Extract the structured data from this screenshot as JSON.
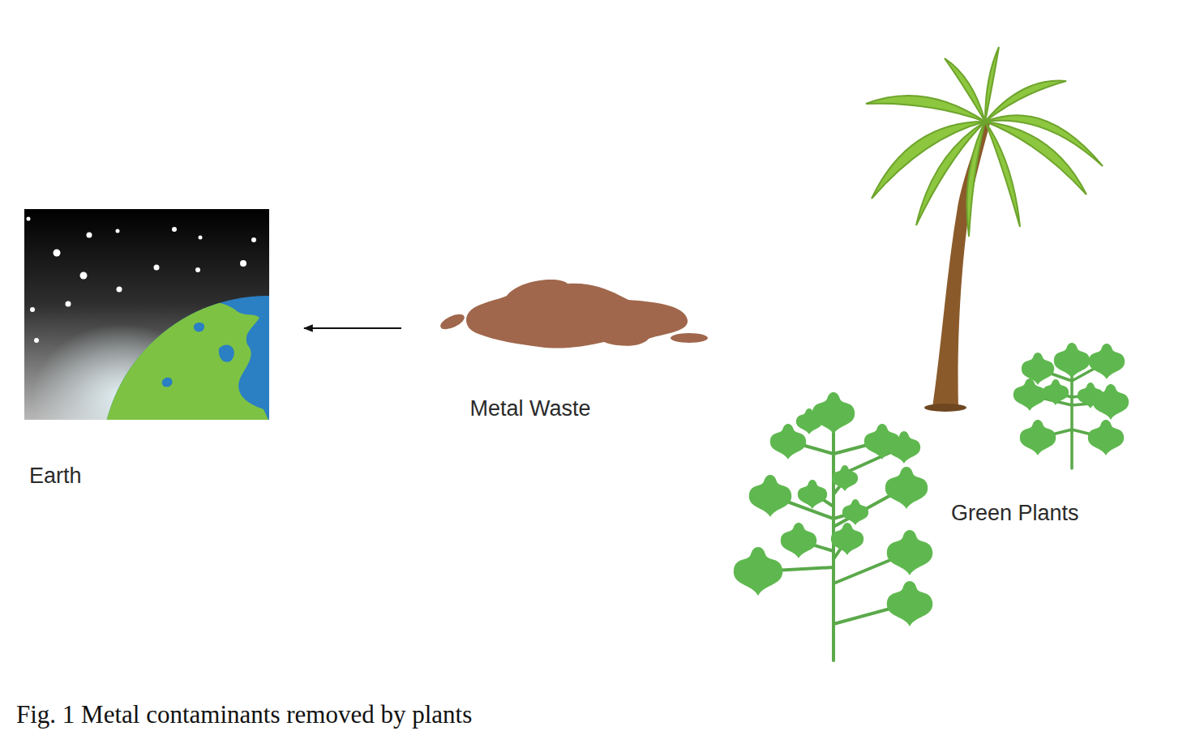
{
  "diagram": {
    "caption": "Fig. 1 Metal contaminants removed by plants",
    "nodes": [
      {
        "text": [
          "Earth"
        ]
      },
      {
        "text": [
          "Metal Waste"
        ]
      },
      {
        "text": [
          "Green Plants"
        ]
      }
    ],
    "edges": [
      {
        "from": 1,
        "to": 0,
        "arrow": "to"
      }
    ]
  }
}
